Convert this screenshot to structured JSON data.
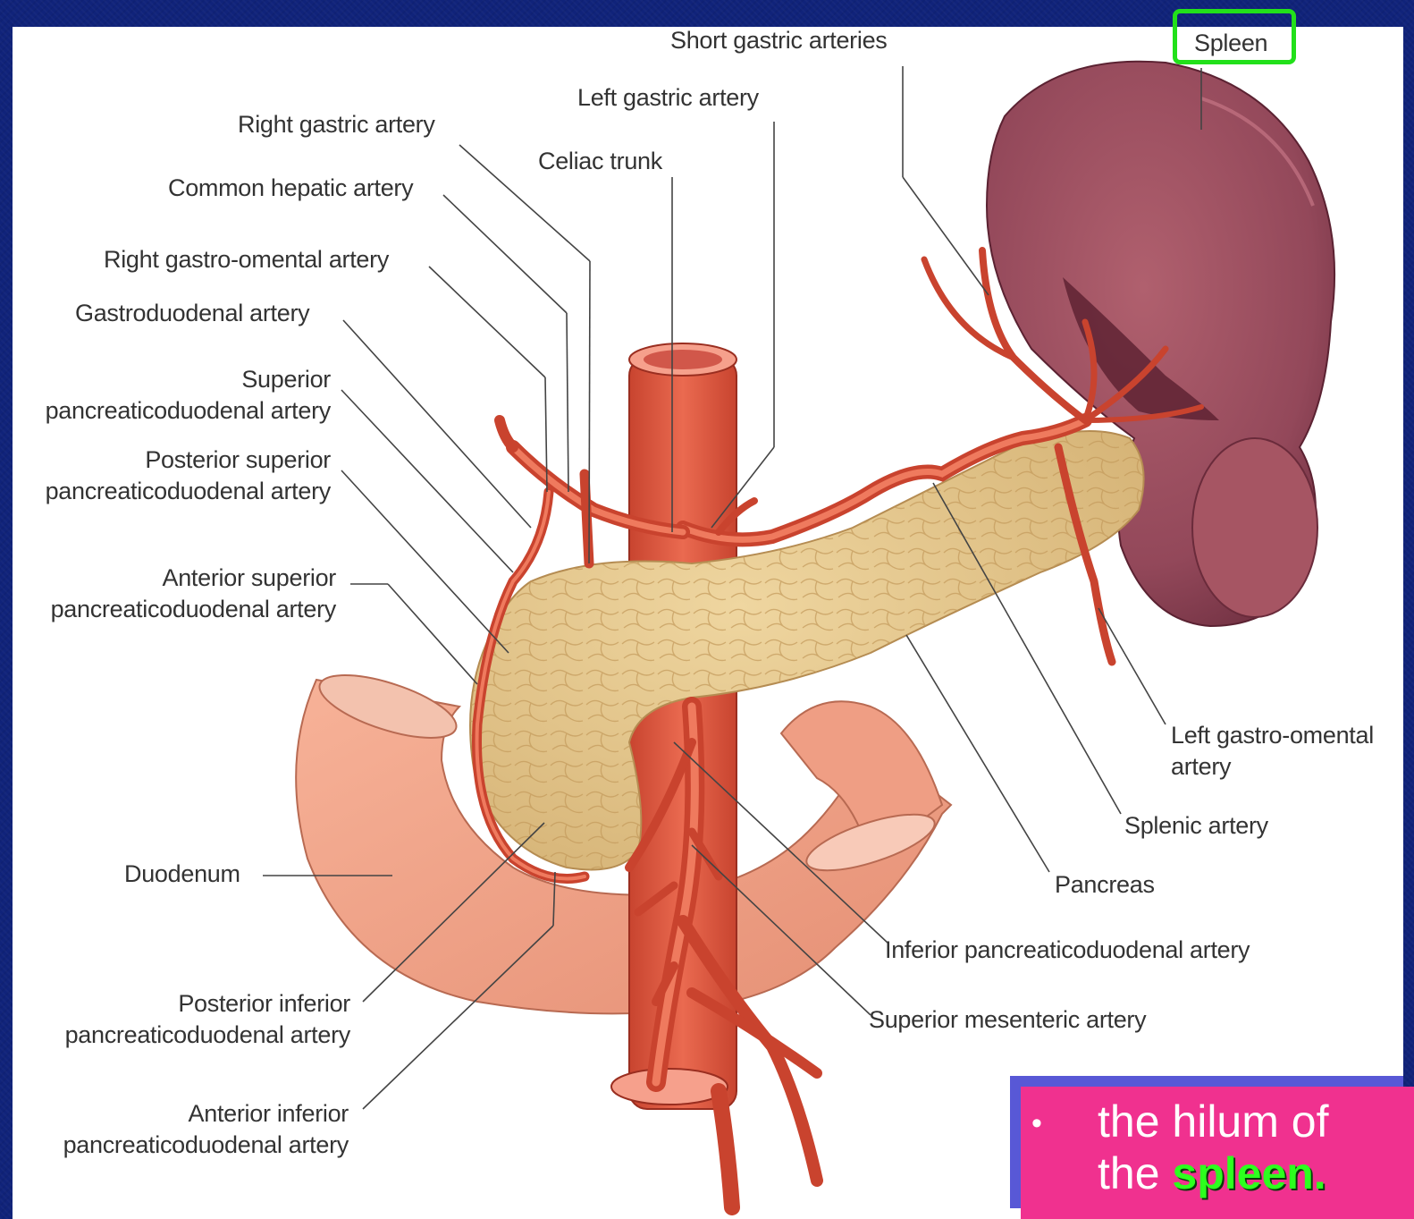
{
  "labels": {
    "short_gastric": "Short gastric arteries",
    "spleen": "Spleen",
    "left_gastric": "Left gastric artery",
    "right_gastric": "Right gastric artery",
    "celiac": "Celiac trunk",
    "common_hepatic": "Common hepatic artery",
    "right_gastro_omental": "Right gastro-omental artery",
    "gastroduodenal": "Gastroduodenal artery",
    "superior_pd_1": "Superior",
    "superior_pd_2": "pancreaticoduodenal artery",
    "post_sup_pd_1": "Posterior superior",
    "post_sup_pd_2": "pancreaticoduodenal artery",
    "ant_sup_pd_1": "Anterior superior",
    "ant_sup_pd_2": "pancreaticoduodenal artery",
    "duodenum": "Duodenum",
    "post_inf_pd_1": "Posterior inferior",
    "post_inf_pd_2": "pancreaticoduodenal artery",
    "ant_inf_pd_1": "Anterior inferior",
    "ant_inf_pd_2": "pancreaticoduodenal artery",
    "left_gastro_omental_1": "Left gastro-omental",
    "left_gastro_omental_2": "artery",
    "splenic": "Splenic artery",
    "pancreas": "Pancreas",
    "inferior_pd": "Inferior pancreaticoduodenal artery",
    "superior_mesenteric": "Superior mesenteric artery"
  },
  "callout": {
    "bullet": "•",
    "line1": "the hilum of",
    "line2_prefix": "the ",
    "line2_highlight": "spleen."
  },
  "colors": {
    "background": "#10237a",
    "panel": "#ffffff",
    "highlight_box": "#22e01a",
    "callout_bg": "#f0318f",
    "callout_highlight_text": "#2dff1e"
  }
}
